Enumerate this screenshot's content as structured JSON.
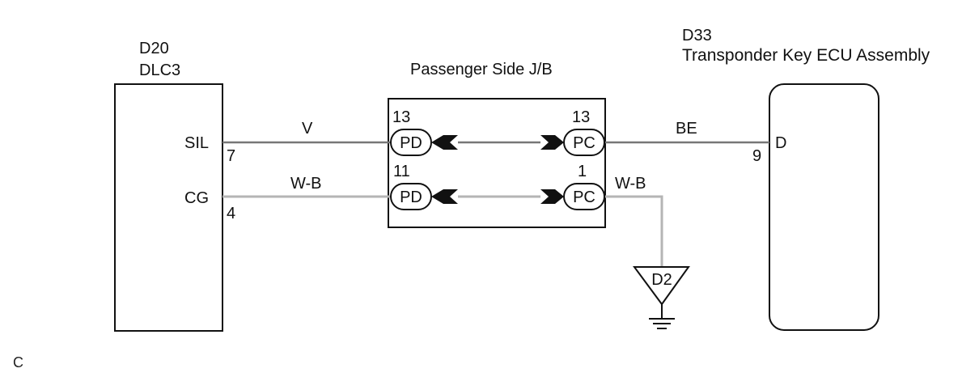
{
  "dlc3": {
    "code": "D20",
    "name": "DLC3"
  },
  "junction_block": {
    "title": "Passenger Side J/B"
  },
  "transponder_ecu": {
    "code": "D33",
    "name": "Transponder Key ECU Assembly"
  },
  "circuits": {
    "sil": {
      "terminal_name": "SIL",
      "dlc_pin": "7",
      "wire_color_left": "V",
      "jb_left_connector": "PD",
      "jb_left_pin": "13",
      "jb_right_connector": "PC",
      "jb_right_pin": "13",
      "wire_color_right": "BE",
      "ecu_terminal": "D",
      "ecu_pin": "9"
    },
    "cg": {
      "terminal_name": "CG",
      "dlc_pin": "4",
      "wire_color_left": "W-B",
      "jb_left_connector": "PD",
      "jb_left_pin": "11",
      "jb_right_connector": "PC",
      "jb_right_pin": "1",
      "wire_color_right": "W-B",
      "ground_point": "D2"
    }
  },
  "figure_code": "C",
  "colors": {
    "line": "#111111",
    "ground_wire": "#b5b5b5",
    "signal_wire": "#777777"
  }
}
